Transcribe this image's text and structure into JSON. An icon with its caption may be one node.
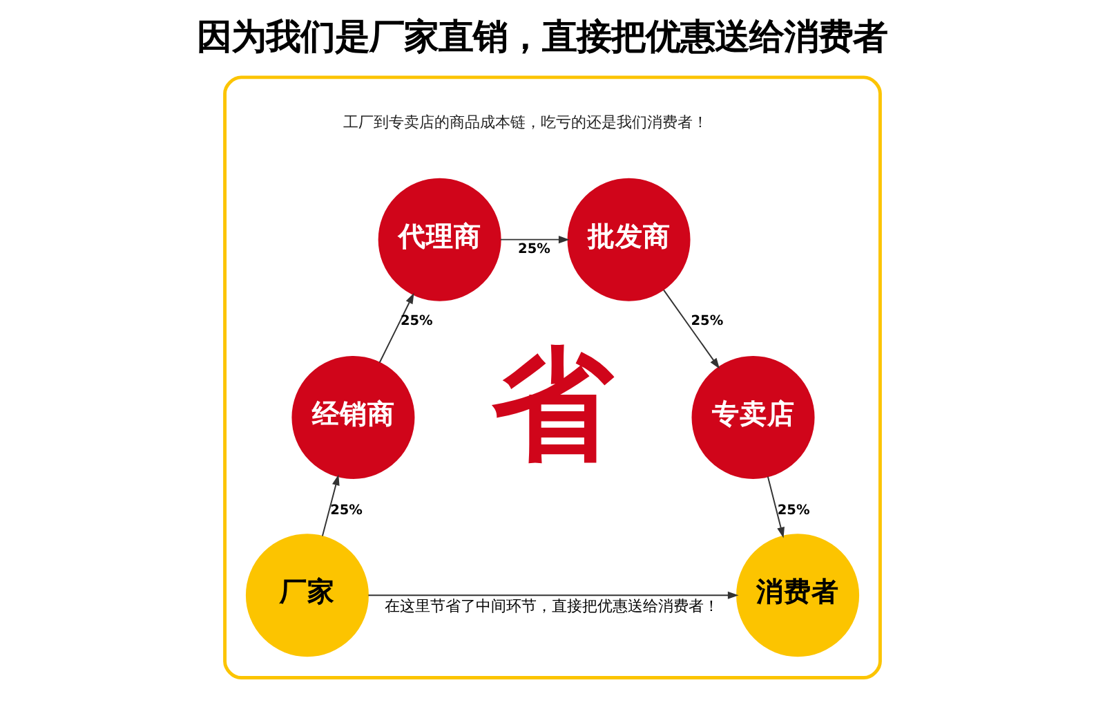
{
  "diagram": {
    "title": "因为我们是厂家直销，直接把优惠送给消费者",
    "nodes": [
      {
        "text": [],
        "shape": "box"
      },
      {
        "text": [
          "厂家"
        ],
        "in": 0
      },
      {
        "text": [
          "经销商"
        ],
        "in": 0
      },
      {
        "text": [
          "代理商"
        ],
        "in": 0
      },
      {
        "text": [
          "批发商"
        ],
        "in": 0
      },
      {
        "text": [
          "专卖店"
        ],
        "in": 0
      },
      {
        "text": [
          "消费者"
        ],
        "in": 0
      }
    ],
    "edges": [
      {
        "from": 1,
        "to": 2,
        "arrow": "to",
        "label": "25%"
      },
      {
        "from": 2,
        "to": 3,
        "arrow": "to",
        "label": "25%"
      },
      {
        "from": 3,
        "to": 4,
        "arrow": "to",
        "label": "25%"
      },
      {
        "from": 4,
        "to": 5,
        "arrow": "to",
        "label": "25%"
      },
      {
        "from": 5,
        "to": 6,
        "arrow": "to",
        "label": "25%"
      },
      {
        "from": 1,
        "to": 6,
        "arrow": "to",
        "label": "在这里节省了中间环节，直接把优惠送给消费者！"
      }
    ],
    "labels": [
      "工厂到专卖店的商品成本链，吃亏的还是我们消费者！",
      "省"
    ]
  }
}
